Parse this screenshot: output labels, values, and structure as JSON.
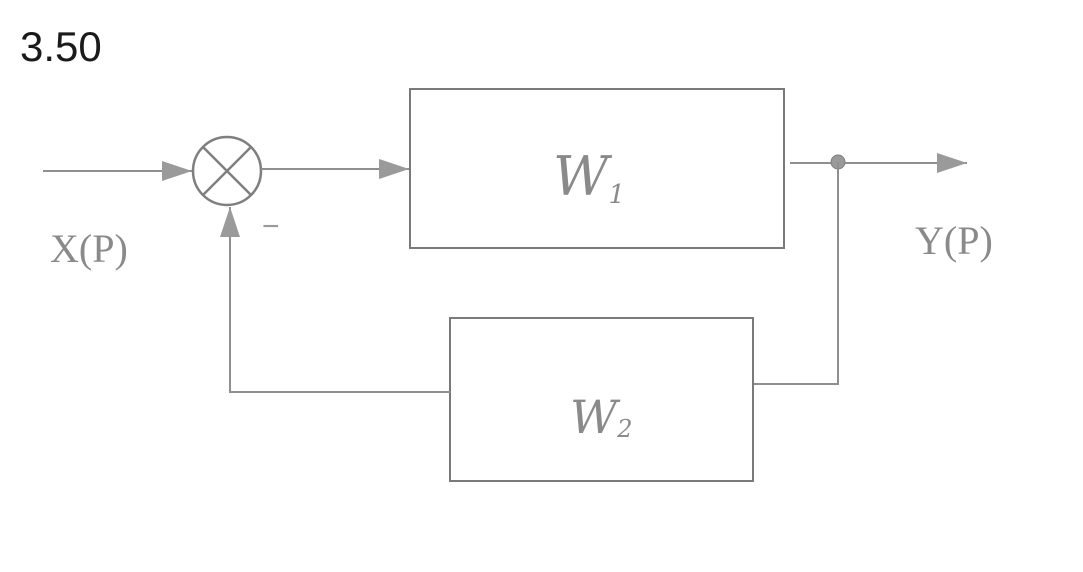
{
  "figure_number": "3.50",
  "labels": {
    "input": "X(P)",
    "output": "Y(P)",
    "block1": "W",
    "block1_sub": "1",
    "block2": "W",
    "block2_sub": "2",
    "feedback_sign": "−"
  }
}
